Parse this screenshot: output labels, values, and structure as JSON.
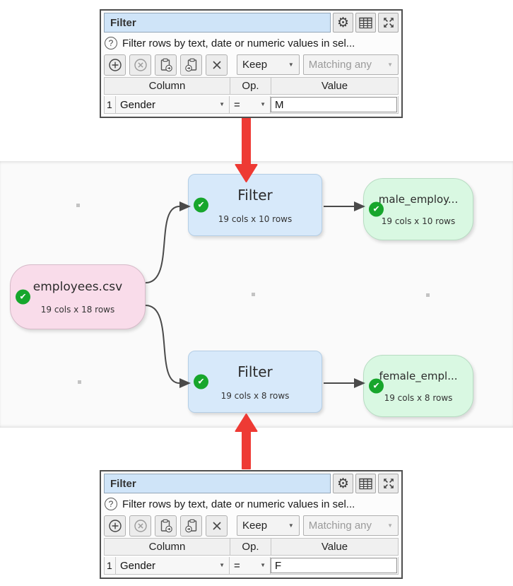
{
  "colors": {
    "input_node_bg": "#f9dcea",
    "transform_node_bg": "#d7e9fa",
    "output_node_bg": "#d9f8e2",
    "check_green": "#17a62c",
    "connector": "#4a4a4a",
    "red_arrow": "#ee3a34",
    "title_field_bg": "#cfe4f8"
  },
  "icons": {
    "help": "?",
    "check": "✔",
    "caret": "▼"
  },
  "panels": {
    "top": {
      "title": "Filter",
      "help_text": "Filter rows by text, date or numeric values in sel...",
      "toolbar": {
        "keep_label": "Keep",
        "matching_label": "Matching any"
      },
      "table": {
        "headers": [
          "Column",
          "Op.",
          "Value"
        ],
        "rows": [
          {
            "num": "1",
            "column": "Gender",
            "op": "=",
            "value": "M"
          }
        ]
      }
    },
    "bottom": {
      "title": "Filter",
      "help_text": "Filter rows by text, date or numeric values in sel...",
      "toolbar": {
        "keep_label": "Keep",
        "matching_label": "Matching any"
      },
      "table": {
        "headers": [
          "Column",
          "Op.",
          "Value"
        ],
        "rows": [
          {
            "num": "1",
            "column": "Gender",
            "op": "=",
            "value": "F"
          }
        ]
      }
    }
  },
  "graph": {
    "nodes": [
      {
        "title": "employees.csv",
        "subtitle": "19 cols x 18 rows",
        "type": "input"
      },
      {
        "title": "Filter",
        "subtitle": "19 cols x 10 rows",
        "type": "transform"
      },
      {
        "title": "male_employ...",
        "subtitle": "19 cols x 10 rows",
        "type": "output"
      },
      {
        "title": "Filter",
        "subtitle": "19 cols x 8 rows",
        "type": "transform"
      },
      {
        "title": "female_empl...",
        "subtitle": "19 cols x 8 rows",
        "type": "output"
      }
    ]
  }
}
